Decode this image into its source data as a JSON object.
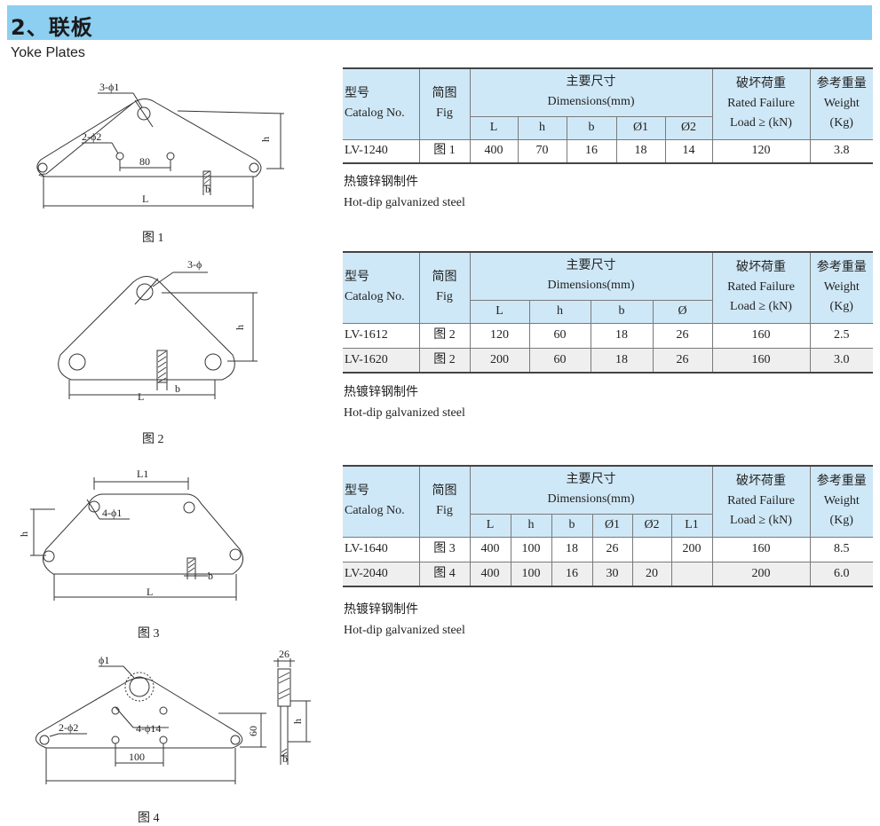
{
  "header": {
    "title": "2、联板",
    "subtitle": "Yoke Plates"
  },
  "figures": [
    {
      "caption": "图 1",
      "labels": {
        "holes1": "3-ϕ1",
        "holes2": "2-ϕ2",
        "spacing": "80",
        "h": "h",
        "b": "b",
        "L": "L"
      }
    },
    {
      "caption": "图 2",
      "labels": {
        "holes": "3-ϕ",
        "h": "h",
        "b": "b",
        "L": "L"
      }
    },
    {
      "caption": "图 3",
      "labels": {
        "L1": "L1",
        "holes": "4-ϕ1",
        "h": "h",
        "b": "b",
        "L": "L"
      }
    },
    {
      "caption": "图 4",
      "labels": {
        "phi1": "ϕ1",
        "holes2": "2-ϕ2",
        "holes14": "4-ϕ14",
        "spacing": "100",
        "h60": "60",
        "w26": "26",
        "h": "h",
        "b": "b"
      }
    }
  ],
  "common": {
    "catalog_cn": "型号",
    "catalog_en": "Catalog No.",
    "fig_cn": "简图",
    "fig_en": "Fig",
    "dim_cn": "主要尺寸",
    "dim_en": "Dimensions(mm)",
    "load_cn": "破坏荷重",
    "load_en1": "Rated Failure",
    "load_en2": "Load ≥ (kN)",
    "weight_cn": "参考重量",
    "weight_en": "Weight",
    "weight_unit": "(Kg)",
    "note_cn": "热镀锌钢制件",
    "note_en": "Hot-dip galvanized steel"
  },
  "tables": [
    {
      "columns": [
        "L",
        "h",
        "b",
        "Ø1",
        "Ø2"
      ],
      "rows": [
        {
          "catalog": "LV-1240",
          "fig": "图 1",
          "values": [
            "400",
            "70",
            "16",
            "18",
            "14"
          ],
          "load": "120",
          "weight": "3.8"
        }
      ]
    },
    {
      "columns": [
        "L",
        "h",
        "b",
        "Ø"
      ],
      "rows": [
        {
          "catalog": "LV-1612",
          "fig": "图 2",
          "values": [
            "120",
            "60",
            "18",
            "26"
          ],
          "load": "160",
          "weight": "2.5"
        },
        {
          "catalog": "LV-1620",
          "fig": "图 2",
          "values": [
            "200",
            "60",
            "18",
            "26"
          ],
          "load": "160",
          "weight": "3.0"
        }
      ]
    },
    {
      "columns": [
        "L",
        "h",
        "b",
        "Ø1",
        "Ø2",
        "L1"
      ],
      "rows": [
        {
          "catalog": "LV-1640",
          "fig": "图 3",
          "values": [
            "400",
            "100",
            "18",
            "26",
            "",
            "200"
          ],
          "load": "160",
          "weight": "8.5"
        },
        {
          "catalog": "LV-2040",
          "fig": "图 4",
          "values": [
            "400",
            "100",
            "16",
            "30",
            "20",
            ""
          ],
          "load": "200",
          "weight": "6.0"
        }
      ]
    }
  ]
}
